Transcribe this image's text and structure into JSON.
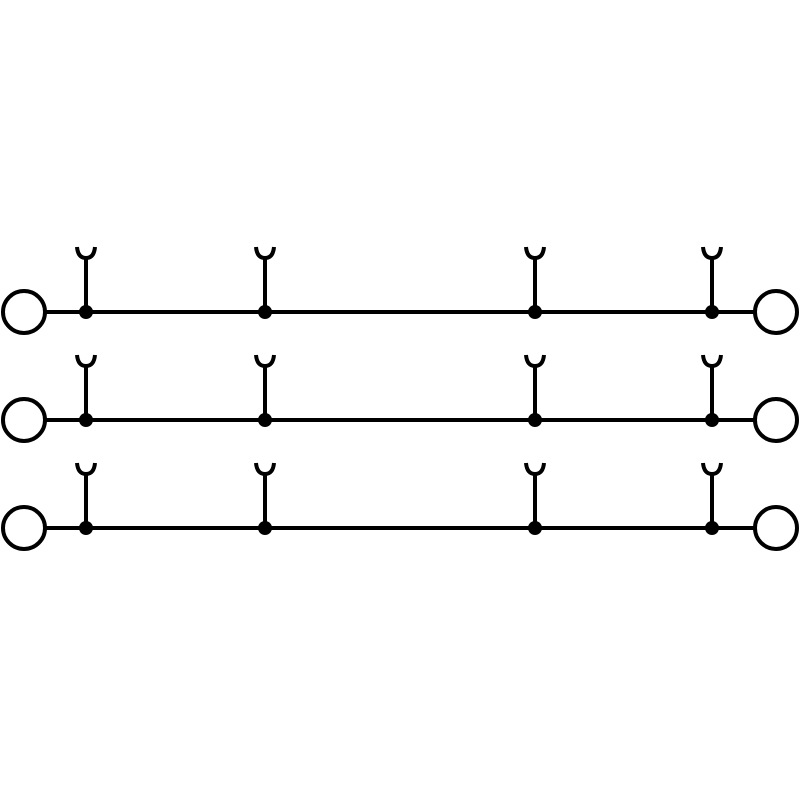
{
  "diagram": {
    "kind": "terminal-block-wiring-schematic",
    "stroke_color": "#000000",
    "background_color": "#ffffff",
    "rows": [
      {
        "end_terminals": [
          "open-circle-terminal",
          "open-circle-terminal"
        ],
        "taps": [
          "plug-socket-symbol",
          "plug-socket-symbol",
          "plug-socket-symbol",
          "plug-socket-symbol"
        ]
      },
      {
        "end_terminals": [
          "open-circle-terminal",
          "open-circle-terminal"
        ],
        "taps": [
          "plug-socket-symbol",
          "plug-socket-symbol",
          "plug-socket-symbol",
          "plug-socket-symbol"
        ]
      },
      {
        "end_terminals": [
          "open-circle-terminal",
          "open-circle-terminal"
        ],
        "taps": [
          "plug-socket-symbol",
          "plug-socket-symbol",
          "plug-socket-symbol",
          "plug-socket-symbol"
        ]
      }
    ]
  }
}
